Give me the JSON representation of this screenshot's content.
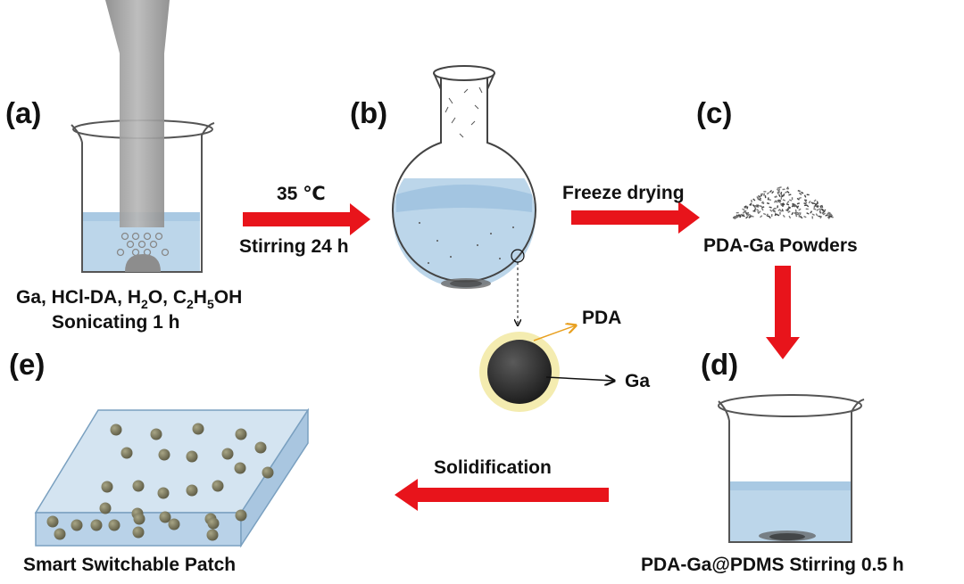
{
  "panels": {
    "a": {
      "label": "(a)",
      "caption_line1_parts": [
        "Ga, HCl-DA, H",
        "2",
        "O, C",
        "2",
        "H",
        "5",
        "OH"
      ],
      "caption_line2": "Sonicating 1 h"
    },
    "b": {
      "label": "(b)"
    },
    "c": {
      "label": "(c)",
      "caption": "PDA-Ga Powders"
    },
    "d": {
      "label": "(d)",
      "caption": "PDA-Ga@PDMS Stirring 0.5 h"
    },
    "e": {
      "label": "(e)",
      "caption": "Smart Switchable Patch"
    }
  },
  "arrows": {
    "a_to_b": {
      "top_text": "35 ℃",
      "bottom_text": "Stirring 24 h"
    },
    "b_to_c": {
      "text": "Freeze drying"
    },
    "d_to_e": {
      "text": "Solidification"
    }
  },
  "particle": {
    "shell_label": "PDA",
    "core_label": "Ga"
  },
  "colors": {
    "arrow": "#e8141b",
    "liquid": "#bcd6ea",
    "liquid_dark": "#9cc0de",
    "glass": "#555555",
    "shell": "#f4ecb0",
    "core": "#2a2a2a",
    "probe": "#7c7c7c"
  }
}
